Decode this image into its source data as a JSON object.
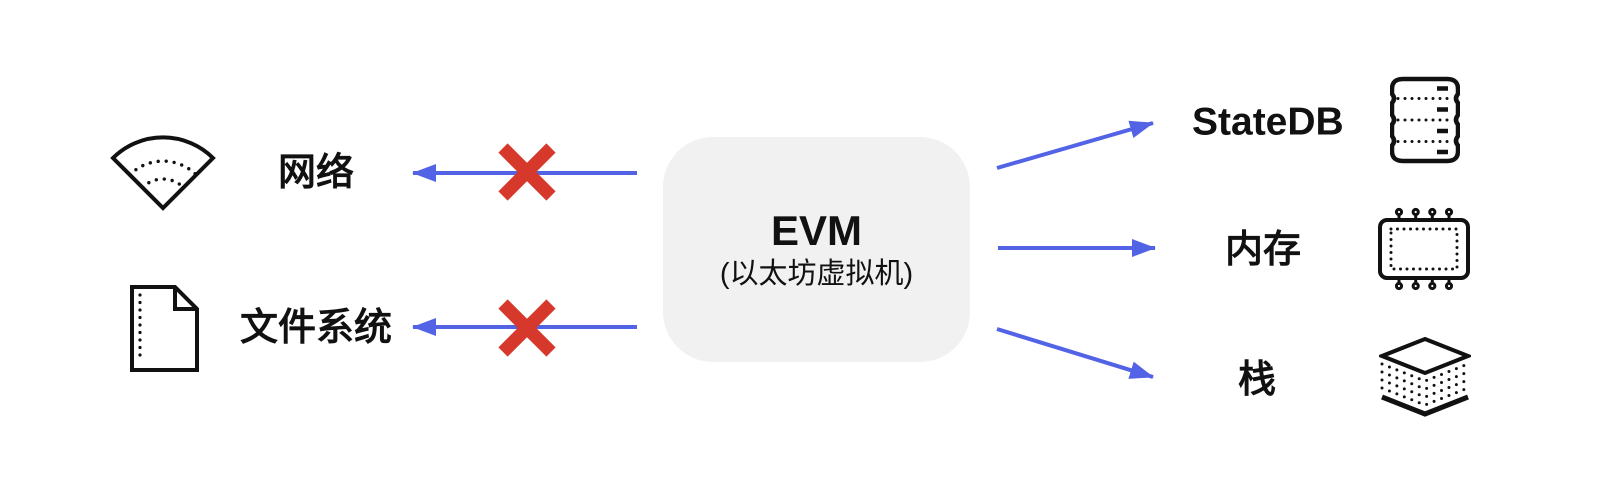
{
  "center_node": {
    "title": "EVM",
    "subtitle": "(以太坊虚拟机)"
  },
  "left_nodes": [
    {
      "label": "网络",
      "icon": "wifi-icon",
      "connection": "blocked"
    },
    {
      "label": "文件系统",
      "icon": "document-icon",
      "connection": "blocked"
    }
  ],
  "right_nodes": [
    {
      "label": "StateDB",
      "icon": "database-icon",
      "connection": "allowed"
    },
    {
      "label": "内存",
      "icon": "memory-chip-icon",
      "connection": "allowed"
    },
    {
      "label": "栈",
      "icon": "stack-layers-icon",
      "connection": "allowed"
    }
  ],
  "colors": {
    "arrow": "#5263e6",
    "cross": "#d6392b",
    "node_fill": "#f1f1f1",
    "text": "#111111"
  }
}
